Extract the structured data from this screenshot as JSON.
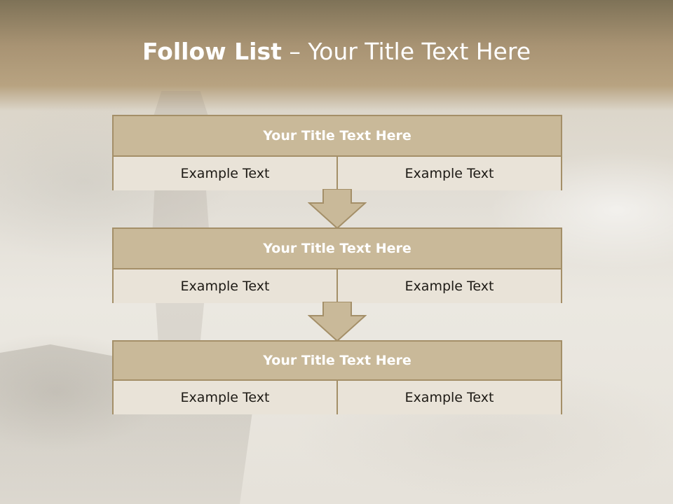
{
  "slide": {
    "title_bold": "Follow List",
    "title_rest": "– Your Title Text Here"
  },
  "blocks": [
    {
      "title": "Your Title Text Here",
      "left": "Example Text",
      "right": "Example Text"
    },
    {
      "title": "Your Title Text Here",
      "left": "Example Text",
      "right": "Example Text"
    },
    {
      "title": "Your Title Text Here",
      "left": "Example Text",
      "right": "Example Text"
    }
  ],
  "colors": {
    "header_fill": "#c9b999",
    "cell_fill": "#e9e3d8",
    "border": "#a48f68",
    "title_text": "#ffffff"
  },
  "icons": [
    "down-arrow-icon",
    "down-arrow-icon"
  ]
}
